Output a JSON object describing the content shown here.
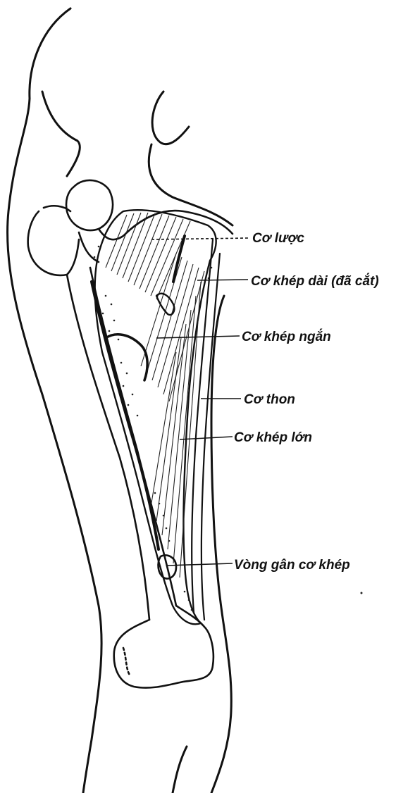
{
  "figure": {
    "labels": {
      "pectineus": "Cơ lược",
      "adductor_longus": "Cơ khép dài (đã cắt)",
      "adductor_brevis": "Cơ khép ngắn",
      "gracilis": "Cơ thon",
      "adductor_magnus": "Cơ khép lớn",
      "adductor_hiatus": "Vòng gân cơ khép"
    }
  }
}
